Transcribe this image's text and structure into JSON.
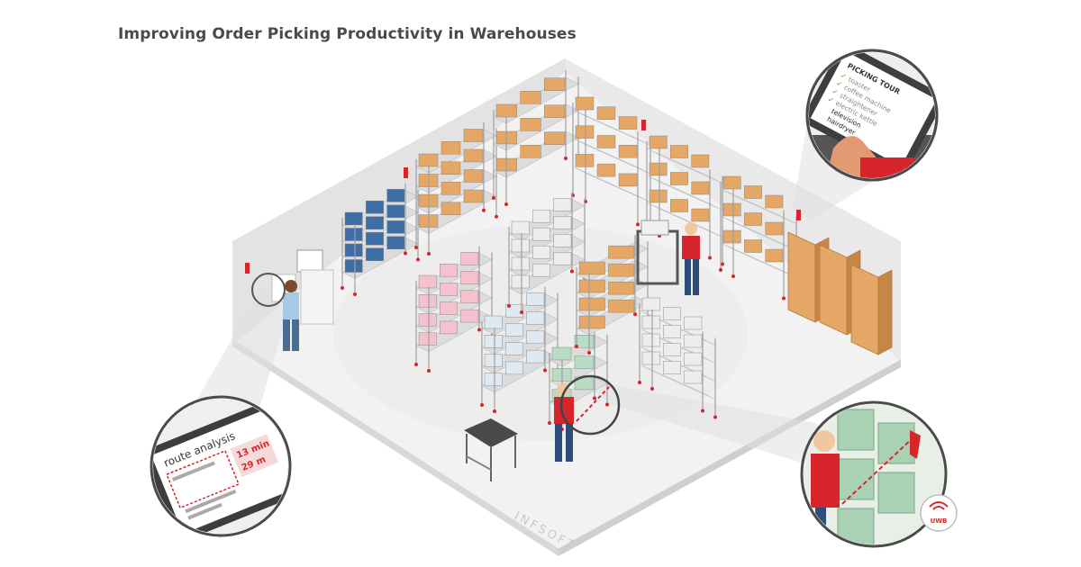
{
  "title": "Improving Order Picking Productivity in Warehouses",
  "tablet": {
    "heading": "PICKING TOUR",
    "items": [
      "toaster",
      "coffee machine",
      "straightener",
      "electric kettle",
      "television",
      "hairdryer"
    ],
    "checked": [
      true,
      true,
      true,
      true,
      false,
      false
    ]
  },
  "monitor": {
    "heading": "route analysis",
    "time": "13 min",
    "distance": "29 m"
  },
  "badge": {
    "label": "UWB"
  },
  "brand": {
    "label": "INFSOFT"
  },
  "colors": {
    "accent": "#d7262b",
    "box": "#e5a765",
    "box_dark": "#c68646",
    "shelf": "#c9c9c9",
    "floor": "#f1f1f1",
    "wall": "#e4e4e4"
  }
}
